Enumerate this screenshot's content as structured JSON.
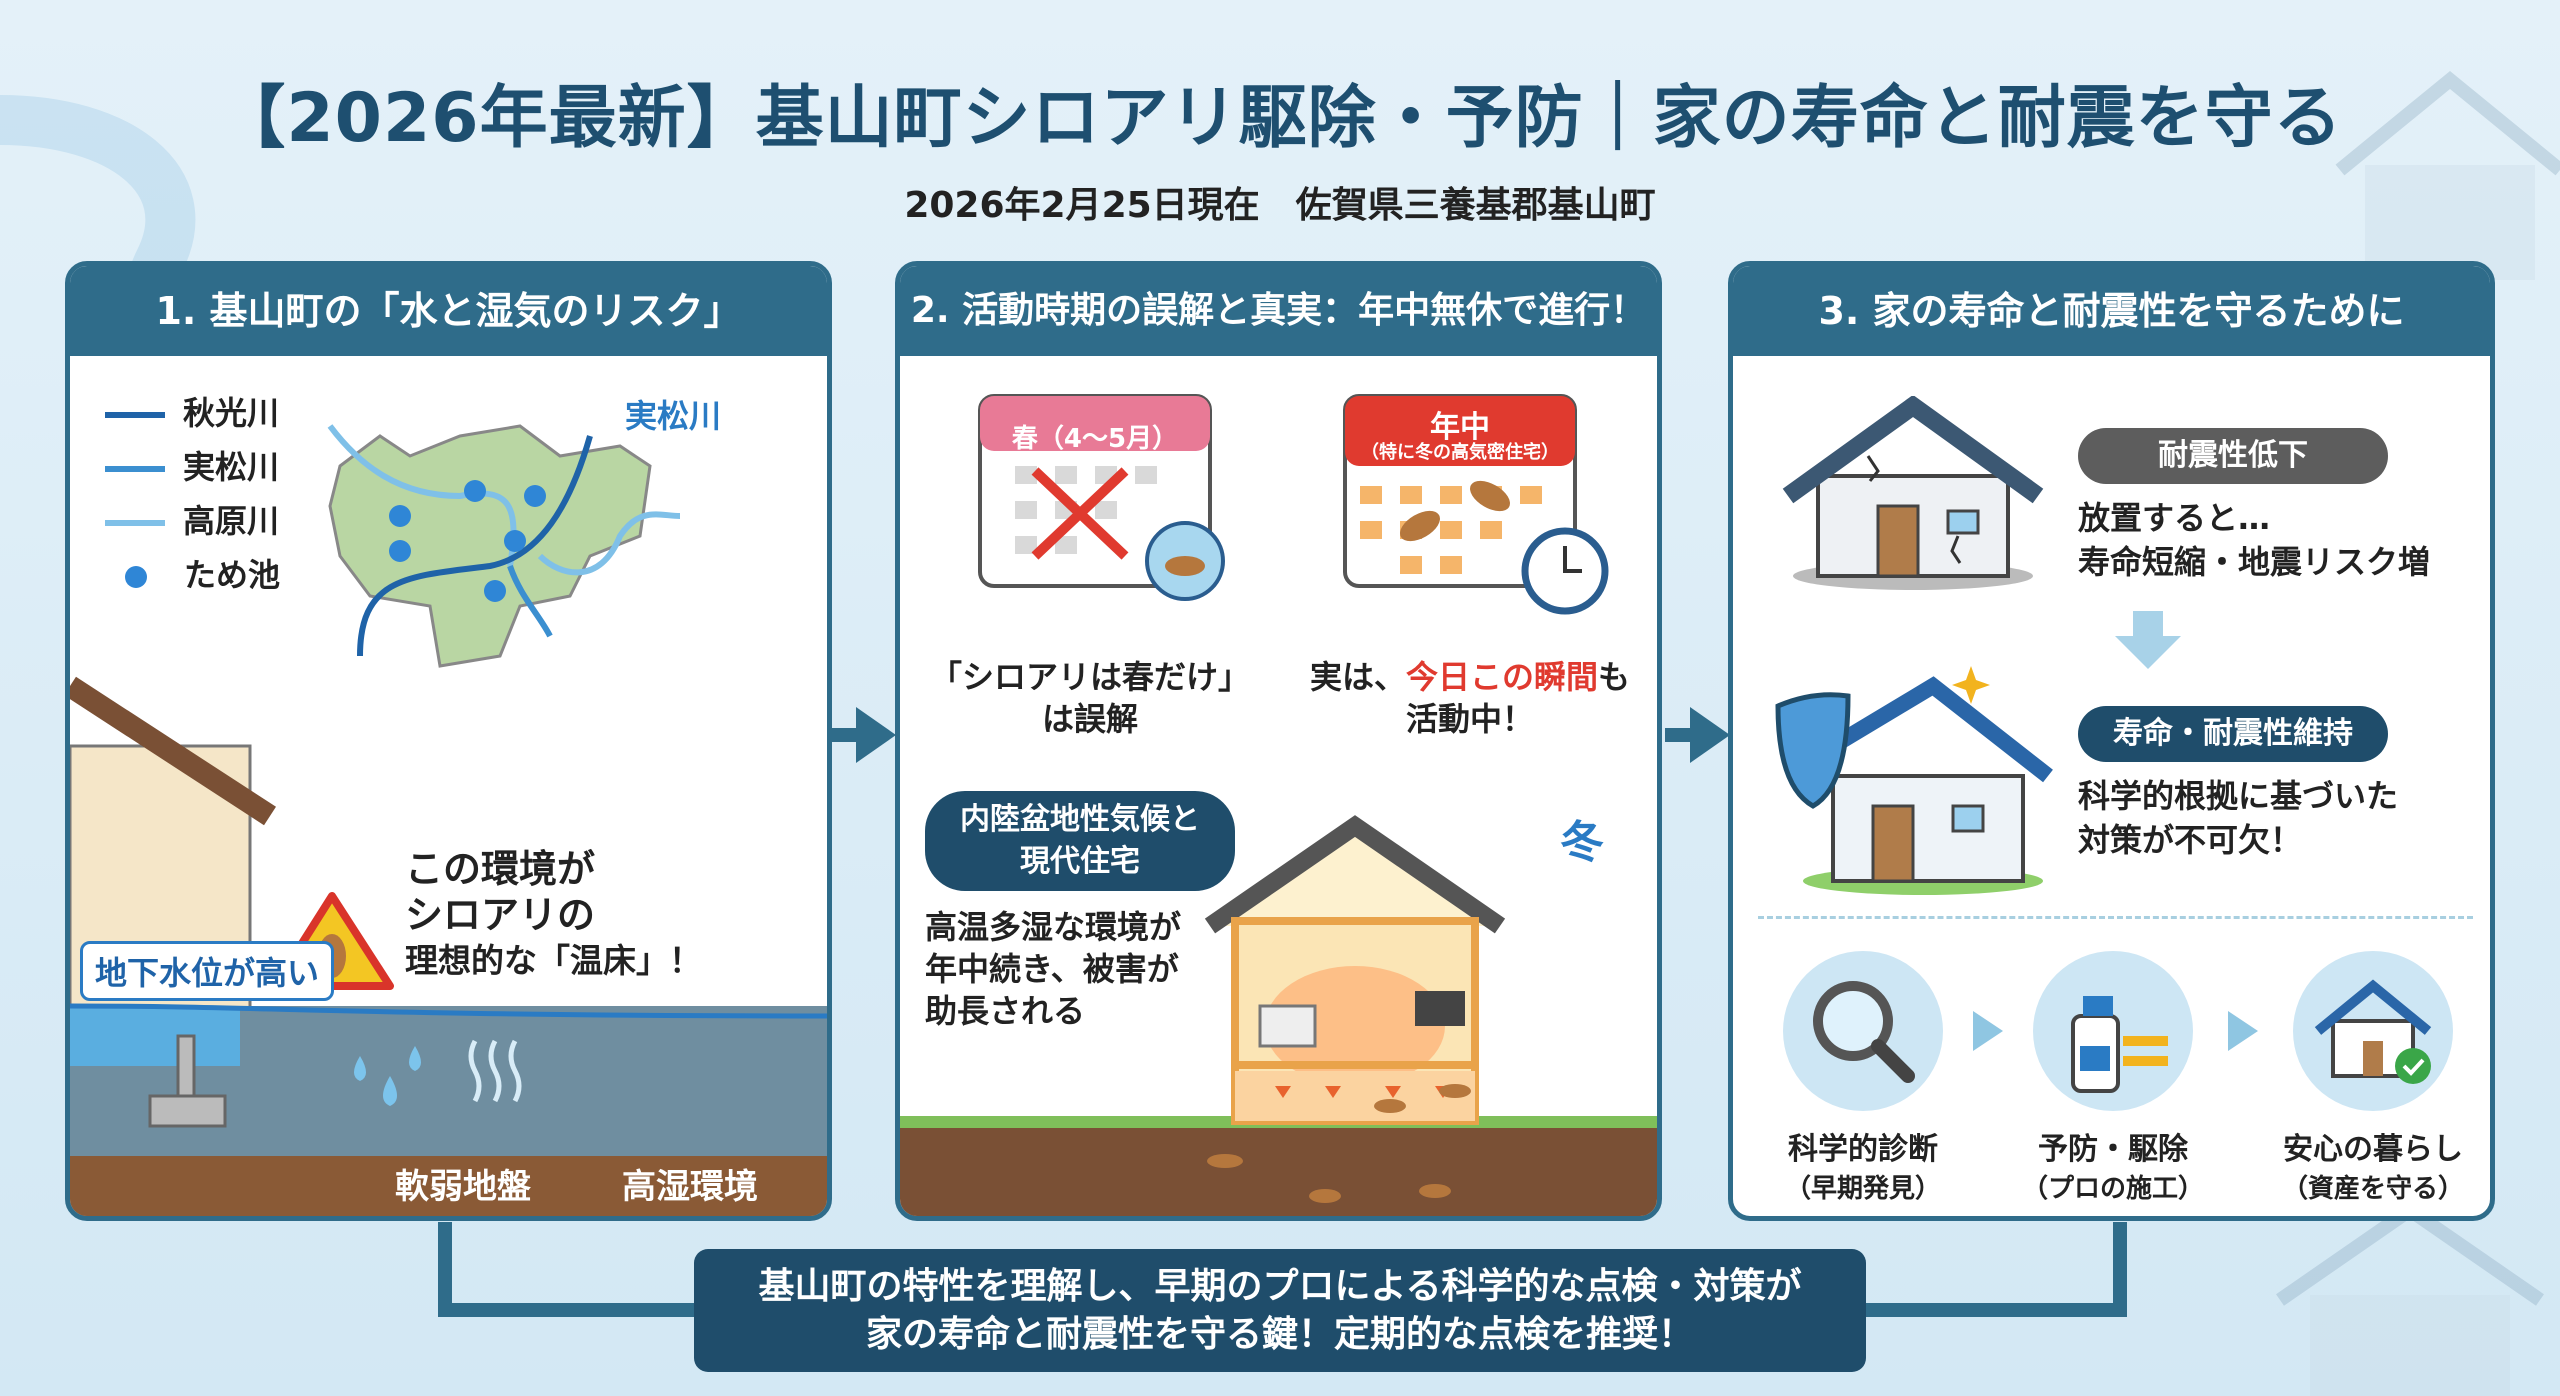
{
  "header": {
    "title": "【2026年最新】基山町シロアリ駆除・予防｜家の寿命と耐震を守る",
    "subtitle": "2026年2月25日現在　佐賀県三養基郡基山町"
  },
  "panel1": {
    "title": "1. 基山町の「水と湿気のリスク」",
    "legend": [
      {
        "label": "秋光川",
        "color": "#1f63a8"
      },
      {
        "label": "実松川",
        "color": "#3b8fd0"
      },
      {
        "label": "高原川",
        "color": "#7fc0e8"
      },
      {
        "label": "ため池",
        "color": "#2f86d6"
      }
    ],
    "map_label": "実松川",
    "groundwater": "地下水位が高い",
    "warning_lines": [
      "この環境が",
      "シロアリの",
      "理想的な「温床」！"
    ],
    "ground_labels": [
      "軟弱地盤",
      "高湿環境"
    ]
  },
  "panel2": {
    "title": "2. 活動時期の誤解と真実：年中無休で進行！",
    "cal1": {
      "header": "春（4〜5月）",
      "caption": [
        "「シロアリは春だけ」",
        "は誤解"
      ]
    },
    "cal2": {
      "header": "年中",
      "subheader": "（特に冬の高気密住宅）",
      "caption_pre": "実は、",
      "caption_red": "今日この瞬間",
      "caption_post": "も",
      "caption2": "活動中！"
    },
    "climate_badge": [
      "内陸盆地性気候と",
      "現代住宅"
    ],
    "climate_text": [
      "高温多湿な環境が",
      "年中続き、被害が",
      "助長される"
    ],
    "winter": "冬"
  },
  "panel3": {
    "title": "3. 家の寿命と耐震性を守るために",
    "bad_badge": "耐震性低下",
    "bad_text": [
      "放置すると…",
      "寿命短縮・地震リスク増"
    ],
    "good_badge": "寿命・耐震性維持",
    "good_text": [
      "科学的根拠に基づいた",
      "対策が不可欠！"
    ],
    "steps": [
      {
        "label": "科学的診断",
        "sub": "（早期発見）",
        "icon": "magnifier-icon"
      },
      {
        "label": "予防・駆除",
        "sub": "（プロの施工）",
        "icon": "spray-icon"
      },
      {
        "label": "安心の暮らし",
        "sub": "（資産を守る）",
        "icon": "safe-house-icon"
      }
    ]
  },
  "footer": {
    "lines": [
      "基山町の特性を理解し、早期のプロによる科学的な点検・対策が",
      "家の寿命と耐震性を守る鍵！定期的な点検を推奨！"
    ]
  },
  "colors": {
    "primary": "#2f6c8a",
    "navy": "#1f4d6b",
    "red": "#e03a2f",
    "pink": "#e87a96"
  }
}
